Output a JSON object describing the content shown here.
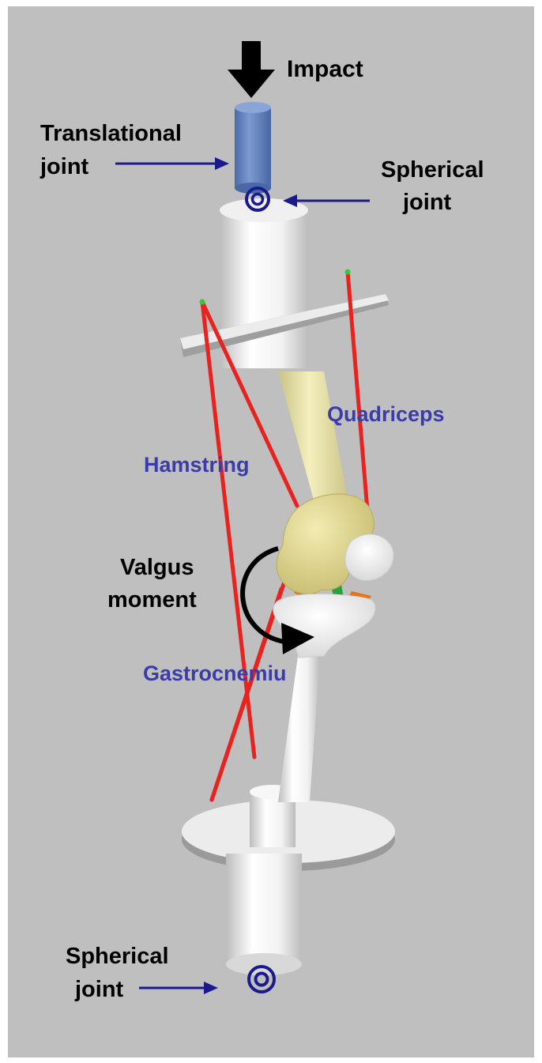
{
  "colors": {
    "background": "#bfbfbf",
    "muscle": "#e8231f",
    "joint_marker": "#1a1a8c",
    "muscle_label": "#3c3ca8",
    "impactor": "#5b7fc2",
    "femur_shaft": "#e9e4a6",
    "femur_condyle": "#e6dc9a"
  },
  "labels": {
    "impact": "Impact",
    "translational_joint": [
      "Translational",
      "joint"
    ],
    "spherical_joint_top": [
      "Spherical",
      "joint"
    ],
    "quadriceps": "Quadriceps",
    "hamstring": "Hamstring",
    "valgus_moment": [
      "Valgus",
      "moment"
    ],
    "gastrocnemius": "Gastrocnemiu",
    "spherical_joint_bottom": [
      "Spherical",
      "joint"
    ]
  },
  "icons": [
    "down-arrow-icon",
    "right-arrow-icon",
    "left-arrow-icon",
    "curved-arrow-icon",
    "joint-target-icon"
  ]
}
